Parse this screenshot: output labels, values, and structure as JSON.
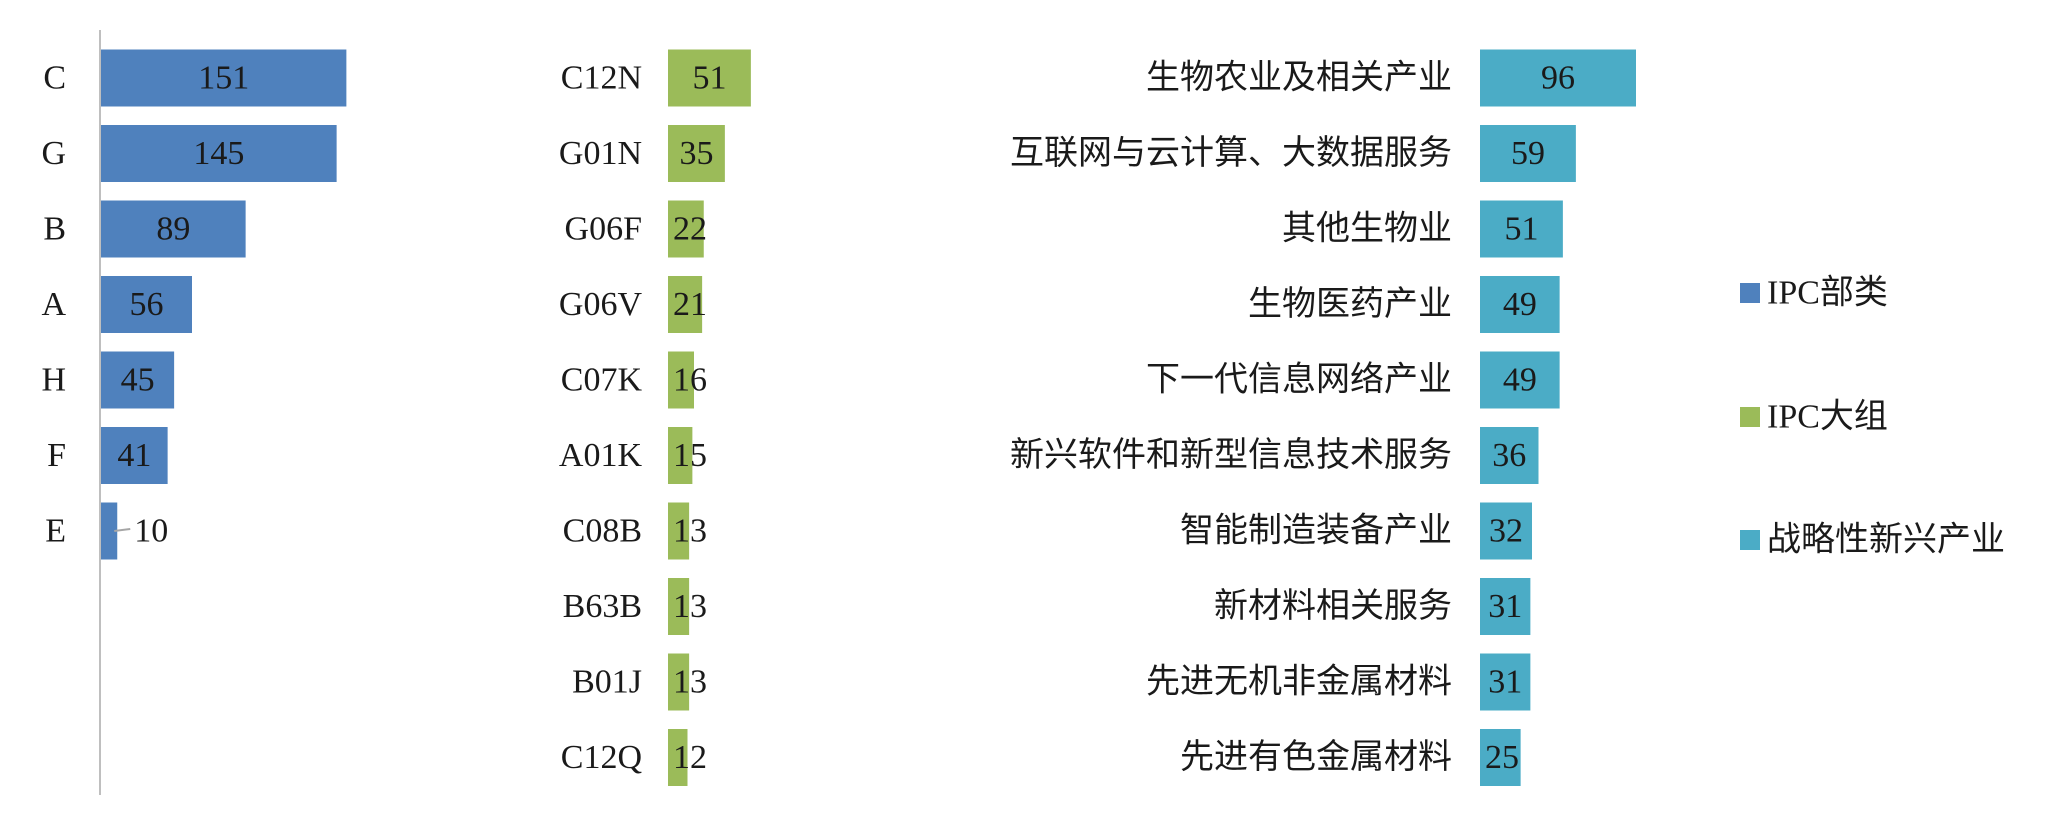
{
  "chart_data": [
    {
      "type": "bar",
      "orientation": "horizontal",
      "series_name": "IPC部类",
      "color": "#4f81bd",
      "categories": [
        "C",
        "G",
        "B",
        "A",
        "H",
        "F",
        "E"
      ],
      "values": [
        151,
        145,
        89,
        56,
        45,
        41,
        10
      ]
    },
    {
      "type": "bar",
      "orientation": "horizontal",
      "series_name": "IPC大组",
      "color": "#9bbb59",
      "categories": [
        "C12N",
        "G01N",
        "G06F",
        "G06V",
        "C07K",
        "A01K",
        "C08B",
        "B63B",
        "B01J",
        "C12Q"
      ],
      "values": [
        51,
        35,
        22,
        21,
        16,
        15,
        13,
        13,
        13,
        12
      ]
    },
    {
      "type": "bar",
      "orientation": "horizontal",
      "series_name": "战略性新兴产业",
      "color": "#4bacc6",
      "categories": [
        "生物农业及相关产业",
        "互联网与云计算、大数据服务",
        "其他生物业",
        "生物医药产业",
        "下一代信息网络产业",
        "新兴软件和新型信息技术服务",
        "智能制造装备产业",
        "新材料相关服务",
        "先进无机非金属材料",
        "先进有色金属材料"
      ],
      "values": [
        96,
        59,
        51,
        49,
        49,
        36,
        32,
        31,
        31,
        25
      ]
    }
  ],
  "legend": {
    "position": "right",
    "items": [
      {
        "label": "IPC部类",
        "color": "#4f81bd"
      },
      {
        "label": "IPC大组",
        "color": "#9bbb59"
      },
      {
        "label": "战略性新兴产业",
        "color": "#4bacc6"
      }
    ]
  }
}
